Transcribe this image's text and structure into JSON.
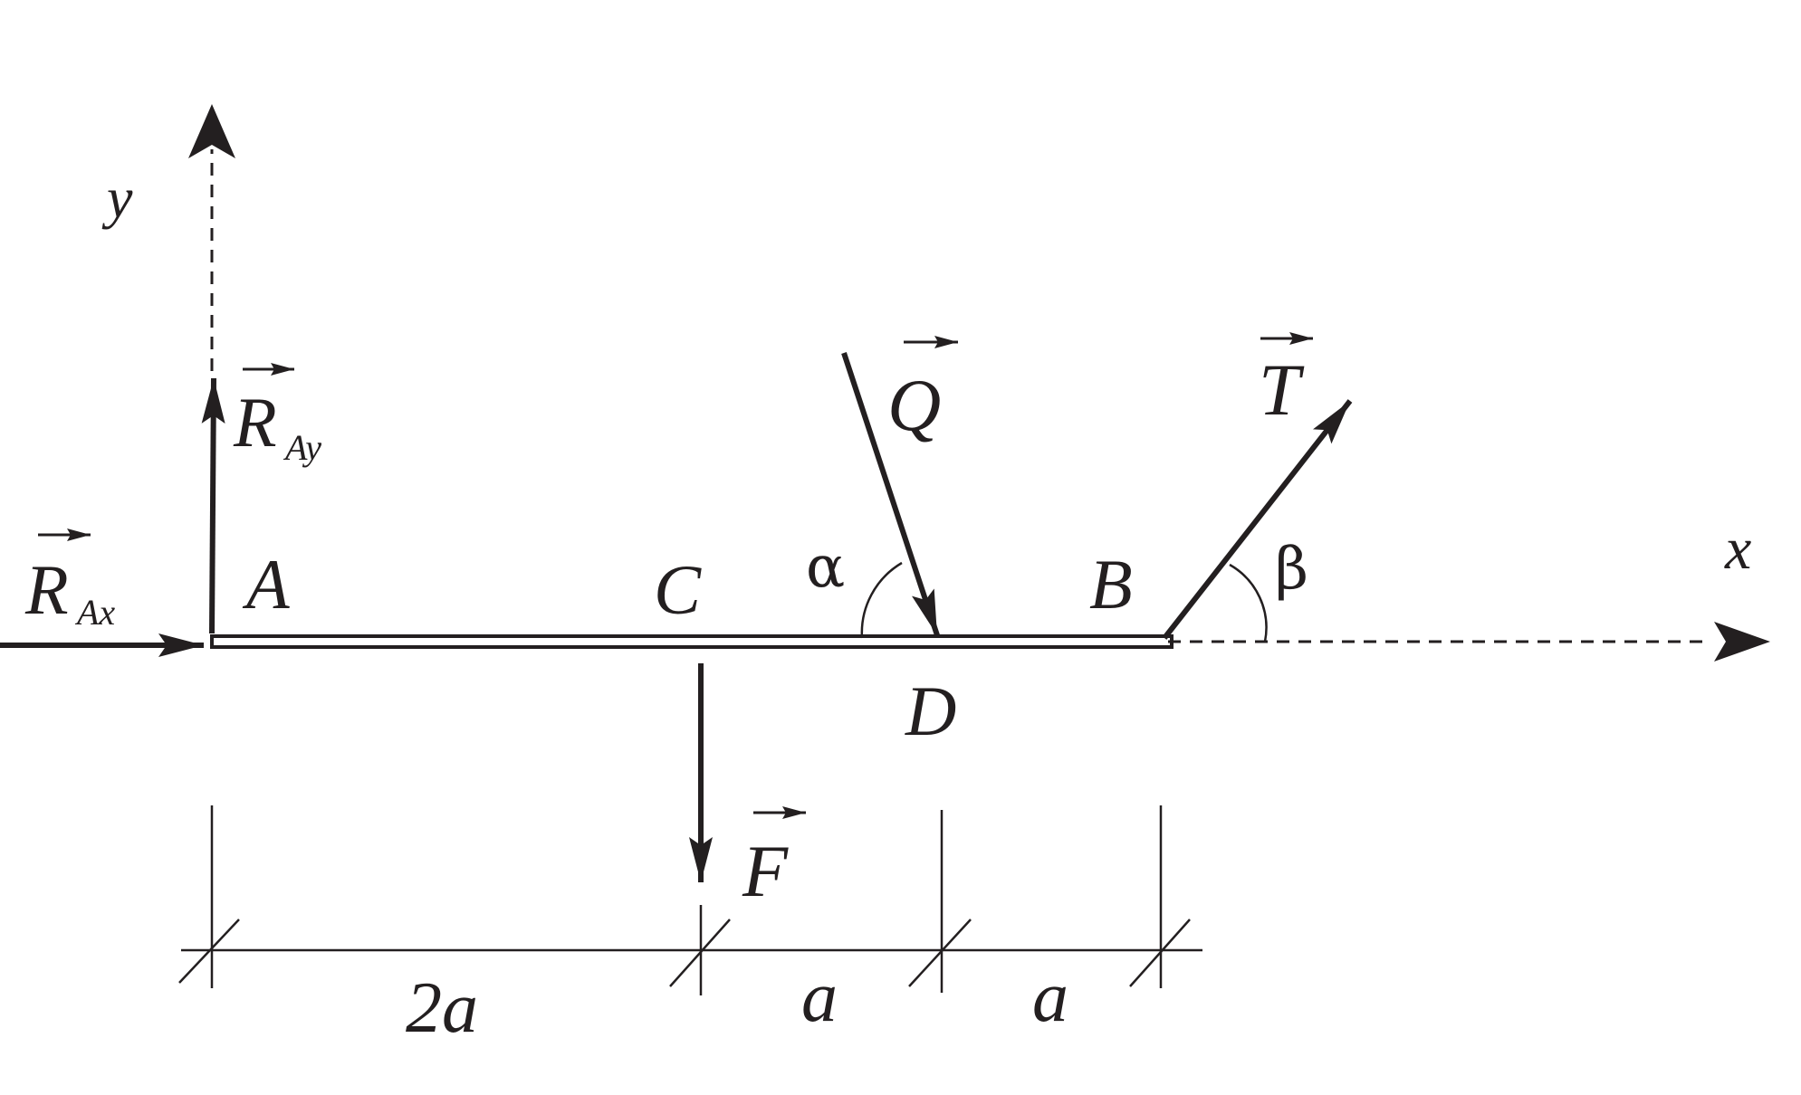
{
  "axes": {
    "x_label": "x",
    "y_label": "y"
  },
  "points": {
    "A": "A",
    "B": "B",
    "C": "C",
    "D": "D"
  },
  "forces": {
    "R_Ax": {
      "symbol": "R",
      "subscript": "Ax"
    },
    "R_Ay": {
      "symbol": "R",
      "subscript": "Ay"
    },
    "Q": {
      "symbol": "Q"
    },
    "T": {
      "symbol": "T"
    },
    "F": {
      "symbol": "F"
    }
  },
  "angles": {
    "alpha": "α",
    "beta": "β"
  },
  "dimensions": {
    "AC": "2a",
    "CD": "a",
    "DB": "a"
  },
  "colors": {
    "ink": "#231f20",
    "background": "#ffffff"
  }
}
